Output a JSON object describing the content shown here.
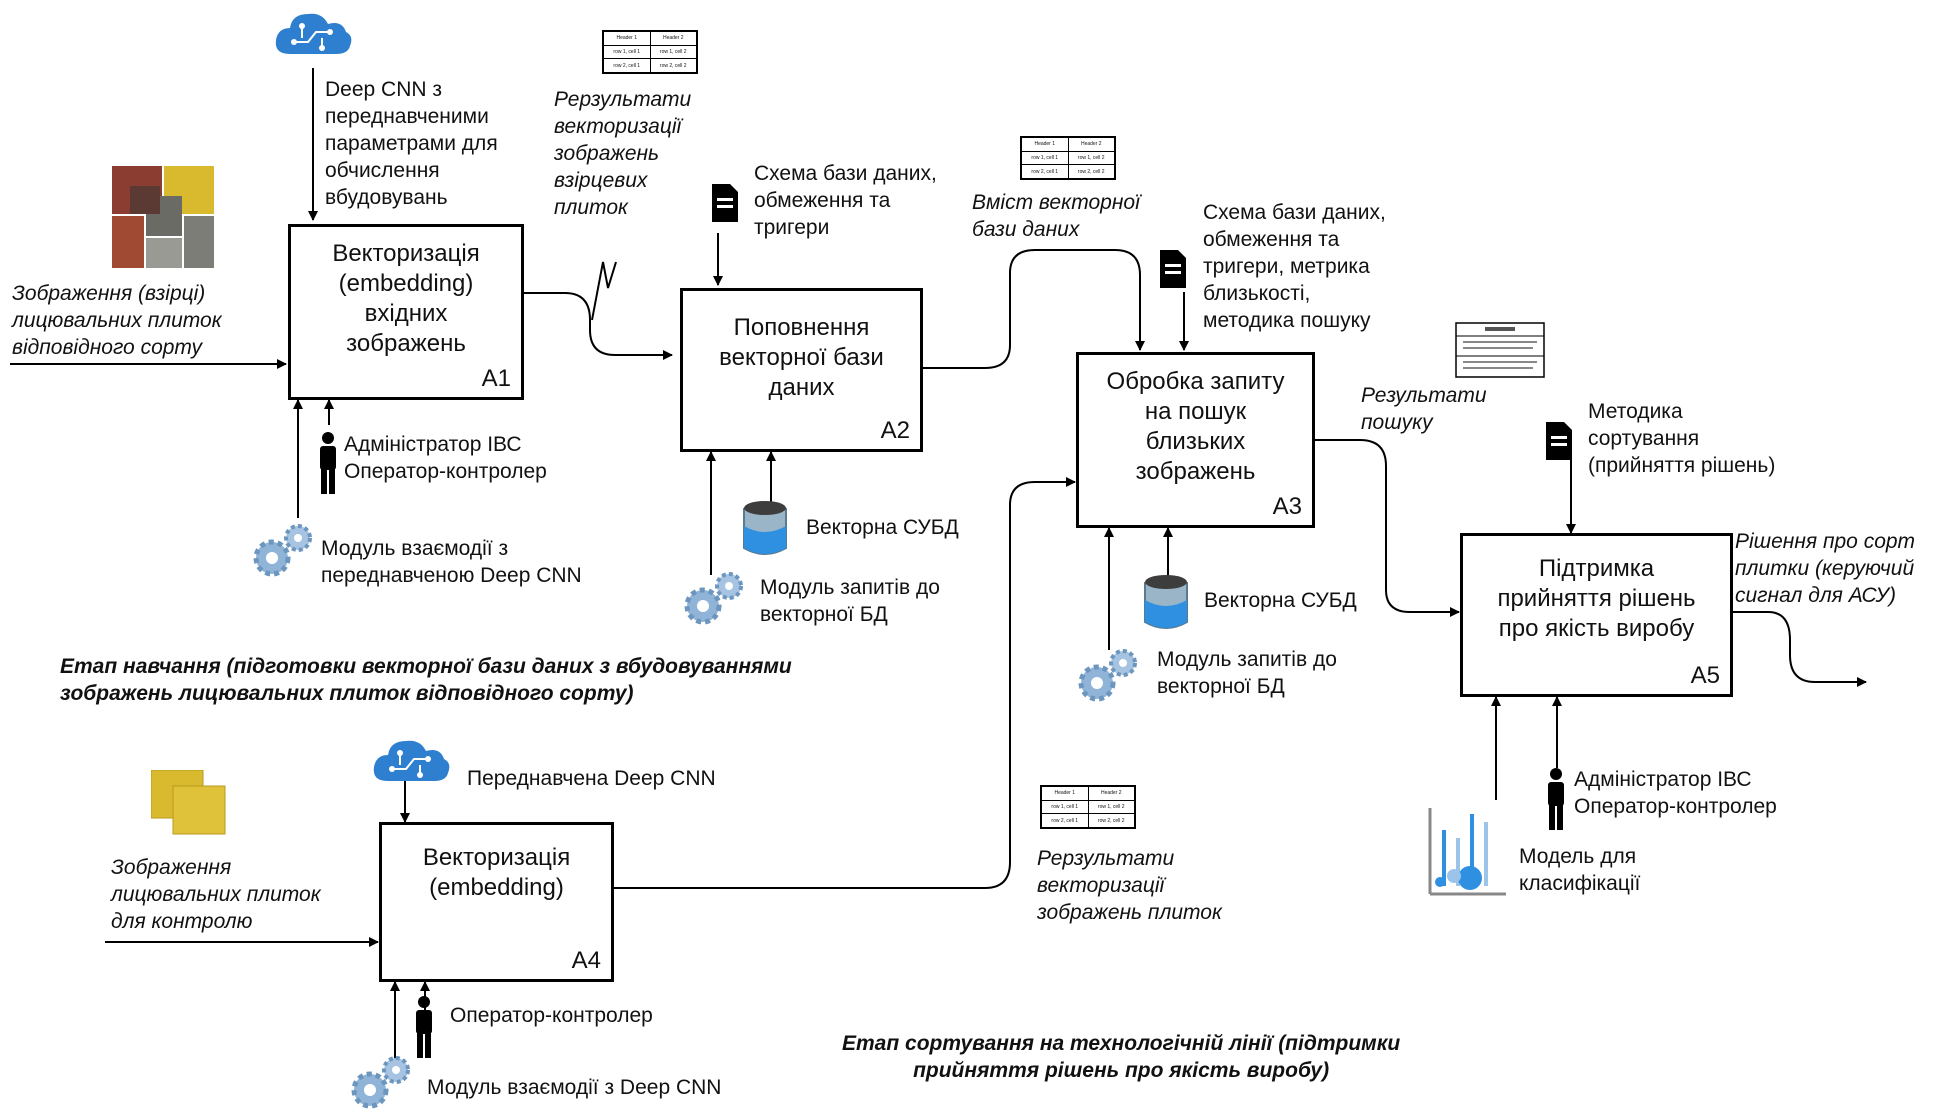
{
  "boxes": {
    "a1": {
      "title": "Векторизація\n(embedding)\nвхідних\nзображень",
      "code": "A1"
    },
    "a2": {
      "title": "Поповнення\nвекторної бази\nданих",
      "code": "A2"
    },
    "a3": {
      "title": "Обробка запиту\nна пошук\nблизьких\nзображень",
      "code": "A3"
    },
    "a4": {
      "title": "Векторизація\n(embedding)",
      "code": "A4"
    },
    "a5": {
      "title": "Підтримка\nприйняття рішень\nпро якість виробу",
      "code": "A5"
    }
  },
  "labels": {
    "deep_cnn_a1": "Deep CNN з\nпереднавченими\nпараметрами для\nобчислення\nвбудовувань",
    "input_samples": "Зображення (взірці)\nлицювальних плиток\nвідповідного сорту",
    "admin_a1": "Адміністратор ІВС\nОператор-контролер",
    "module_a1": "Модуль  взаємодії з\nпереднавченою Deep CNN",
    "vector_results_a1": "Рерзультати\nвекторизації\nзображень\nвзірцевих\nплиток",
    "db_schema_a2": "Схема бази даних,\nобмеження та\nтригери",
    "vdbms_a2": "Векторна СУБД",
    "query_module_a2": "Модуль запитів до\nвекторної БД",
    "db_content": "Вміст векторної\nбази даних",
    "db_schema_a3": "Схема бази даних,\nобмеження та\nтригери, метрика\nблизькості,\nметодика пошуку",
    "vdbms_a3": "Векторна СУБД",
    "query_module_a3": "Модуль запитів до\nвекторної БД",
    "search_results": "Результати\nпошуку",
    "sort_method": "Методика\nсортування\n(прийняття рішень)",
    "decision_output": "Рішення про сорт\nплитки (керуючий\nсигнал для АСУ)",
    "admin_a5": "Адміністратор ІВС\nОператор-контролер",
    "model_a5": "Модель для\nкласифікації",
    "stage_training": "Етап навчання (підготовки векторної бази даних з вбудовуваннями\nзображень лицювальних плиток відповідного сорту)",
    "pretrained_cnn": "Переднавчена Deep CNN",
    "input_control": "Зображення\nлицювальних плиток\nдля контролю",
    "operator_a4": "Оператор-контролер",
    "module_a4": "Модуль  взаємодії з Deep CNN",
    "vector_results_a4": "Рерзультати\nвекторизації\nзображень плиток",
    "stage_sorting": "Етап сортування на технологічній лінії (підтримки\nприйняття рішень про якість виробу)"
  },
  "mini_table": {
    "h1": "Header 1",
    "h2": "Header 2",
    "c11": "row 1, cell 1",
    "c12": "row 1, cell 2",
    "c21": "row 2, cell 1",
    "c22": "row 2, cell 2"
  },
  "colors": {
    "cloud": "#2f7fd0",
    "gear": "#8fb4d8",
    "tile_red": "#9a4a3a",
    "tile_yellow": "#d9b92d"
  }
}
